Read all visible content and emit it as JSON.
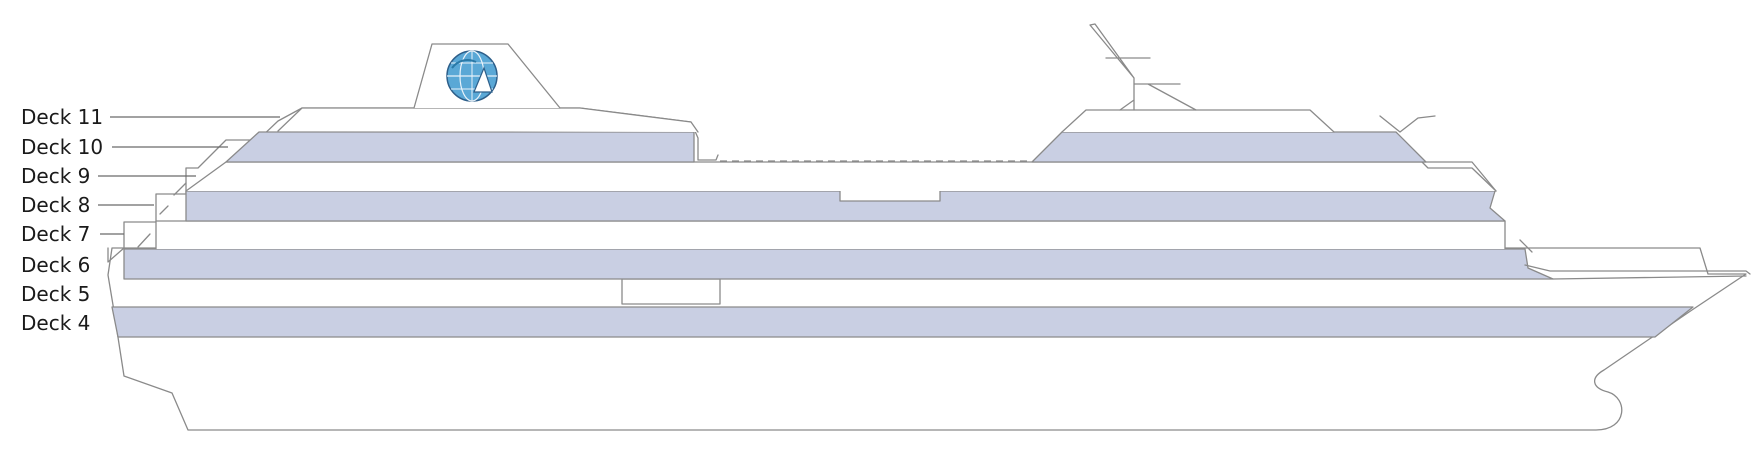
{
  "colors": {
    "band_fill": "#c9cfe3",
    "hull_fill": "#ffffff",
    "outline": "#8a8a8a",
    "label_text": "#1a1a1a",
    "logo_globe": "#3a86b5",
    "logo_accent": "#2e5f8a"
  },
  "logo": {
    "icon": "globe-logo-icon"
  },
  "decks": [
    {
      "id": "deck-11",
      "label": "Deck 11"
    },
    {
      "id": "deck-10",
      "label": "Deck 10"
    },
    {
      "id": "deck-9",
      "label": "Deck 9"
    },
    {
      "id": "deck-8",
      "label": "Deck 8"
    },
    {
      "id": "deck-7",
      "label": "Deck 7"
    },
    {
      "id": "deck-6",
      "label": "Deck 6"
    },
    {
      "id": "deck-5",
      "label": "Deck 5"
    },
    {
      "id": "deck-4",
      "label": "Deck 4"
    }
  ]
}
